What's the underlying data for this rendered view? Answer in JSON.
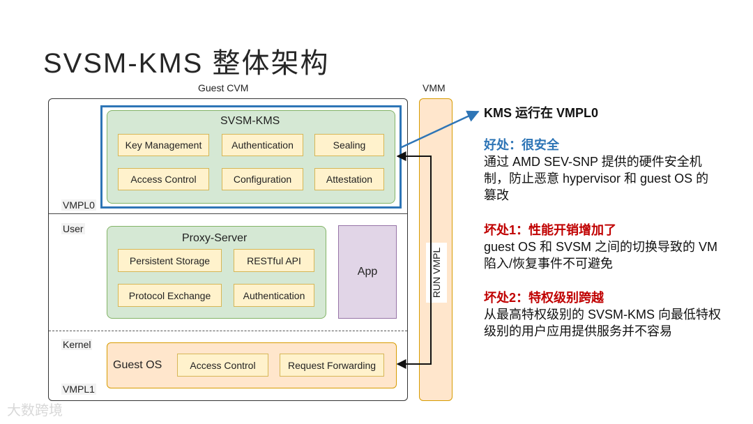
{
  "title": "SVSM-KMS 整体架构",
  "guest_cvm_label": "Guest CVM",
  "vmm_label": "VMM",
  "vmm_inner": "RUN VMPL",
  "svsm_kms": {
    "title": "SVSM-KMS",
    "cells": [
      "Key Management",
      "Authentication",
      "Sealing",
      "Access Control",
      "Configuration",
      "Attestation"
    ]
  },
  "vmpl0_label": "VMPL0",
  "user_label": "User",
  "proxy_server": {
    "title": "Proxy-Server",
    "cells": [
      "Persistent Storage",
      "RESTful API",
      "Protocol Exchange",
      "Authentication"
    ]
  },
  "app_label": "App",
  "kernel_label": "Kernel",
  "guest_os": {
    "title": "Guest OS",
    "cells": [
      "Access Control",
      "Request Forwarding"
    ]
  },
  "vmpl1_label": "VMPL1",
  "right_panel": {
    "kms_head": "KMS 运行在 VMPL0",
    "benefit_title": "好处：很安全",
    "benefit_body": "通过 AMD SEV-SNP 提供的硬件安全机制，防止恶意 hypervisor 和 guest OS 的篡改",
    "drawback1_title": "坏处1：性能开销增加了",
    "drawback1_body": "guest OS 和 SVSM 之间的切换导致的 VM 陷入/恢复事件不可避免",
    "drawback2_title": "坏处2：特权级别跨越",
    "drawback2_body": "从最高特权级别的 SVSM-KMS 向最低特权级别的用户应用提供服务并不容易"
  },
  "watermark": "大数跨境",
  "colors": {
    "kms_frame": "#2e75b6",
    "green_fill": "#d5e8d4",
    "cell_fill": "#fff2cc",
    "orange_fill": "#ffe6cc",
    "app_fill": "#e1d5e7",
    "benefit": "#2e75b6",
    "drawback": "#c00000"
  }
}
